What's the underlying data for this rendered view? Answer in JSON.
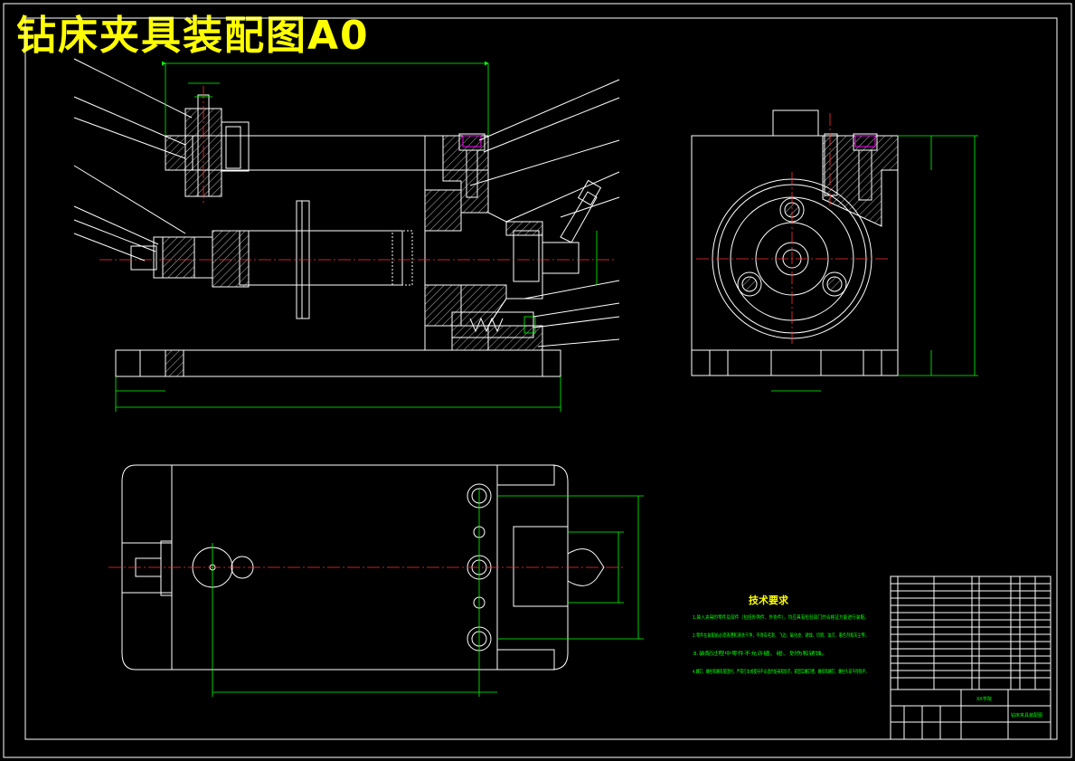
{
  "title": "钻床夹具装配图A0",
  "technical_requirements": {
    "heading": "技术要求",
    "lines": [
      "1.装入夹具的零件及部件（包括外购件、外协件），均应具有检验部门的合格证方能进行装配。",
      "2.零件在装配前必须清理和清洗干净，不得有毛刺、飞边、氧化皮、锈蚀、切屑、油污、着色剂和灰尘等。",
      "3.装配过程中零件不允许磕、碰、划伤和锈蚀。",
      "4.螺钉、螺栓和螺母紧固时，严禁打击或使用不合适的旋具和扳手。紧固后螺钉槽、螺母和螺钉、螺栓头部不得损坏。"
    ]
  },
  "title_block": {
    "org": "XX学院",
    "drawing_name": "钻床夹具装配图"
  },
  "colors": {
    "background": "#000000",
    "outline": "#ffffff",
    "dimension": "#00ff00",
    "centerline": "#ff3030",
    "title": "#ffff00"
  }
}
